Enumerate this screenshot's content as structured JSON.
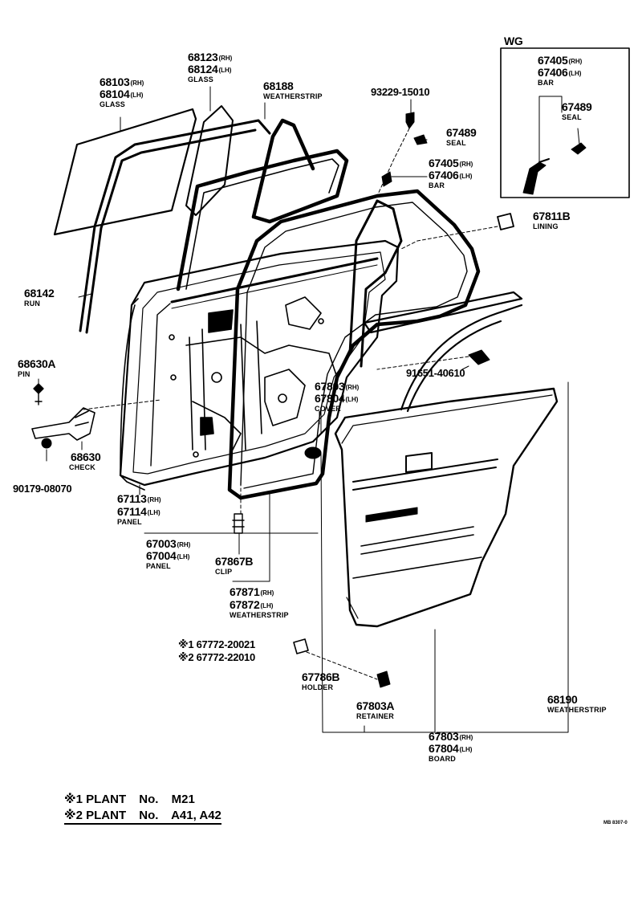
{
  "parts": {
    "p68103": {
      "number": "68103",
      "side": "(RH)"
    },
    "p68104": {
      "number": "68104",
      "side": "(LH)",
      "name": "GLASS"
    },
    "p68123": {
      "number": "68123",
      "side": "(RH)"
    },
    "p68124": {
      "number": "68124",
      "side": "(LH)",
      "name": "GLASS"
    },
    "p68188": {
      "number": "68188",
      "name": "WEATHERSTRIP"
    },
    "p93229": {
      "number": "93229-15010"
    },
    "wg": {
      "title": "WG"
    },
    "wg67405": {
      "number": "67405",
      "side": "(RH)"
    },
    "wg67406": {
      "number": "67406",
      "side": "(LH)",
      "name": "BAR"
    },
    "wg67489": {
      "number": "67489",
      "name": "SEAL"
    },
    "p67489": {
      "number": "67489",
      "name": "SEAL"
    },
    "p67405": {
      "number": "67405",
      "side": "(RH)"
    },
    "p67406": {
      "number": "67406",
      "side": "(LH)",
      "name": "BAR"
    },
    "p67811": {
      "number": "67811B",
      "name": "LINING"
    },
    "p68142": {
      "number": "68142",
      "name": "RUN"
    },
    "p68630A": {
      "number": "68630A",
      "name": "PIN"
    },
    "p68630": {
      "number": "68630",
      "name": "CHECK"
    },
    "p90179": {
      "number": "90179-08070"
    },
    "p91651": {
      "number": "91651-40610"
    },
    "p67803c": {
      "number": "67803",
      "side": "(RH)"
    },
    "p67804c": {
      "number": "67804",
      "side": "(LH)",
      "name": "COVER"
    },
    "p67113": {
      "number": "67113",
      "side": "(RH)"
    },
    "p67114": {
      "number": "67114",
      "side": "(LH)",
      "name": "PANEL"
    },
    "p67003": {
      "number": "67003",
      "side": "(RH)"
    },
    "p67004": {
      "number": "67004",
      "side": "(LH)",
      "name": "PANEL"
    },
    "p67867": {
      "number": "67867B",
      "name": "CLIP"
    },
    "p67871": {
      "number": "67871",
      "side": "(RH)"
    },
    "p67872": {
      "number": "67872",
      "side": "(LH)",
      "name": "WEATHERSTRIP"
    },
    "p67772a": {
      "number": "※1 67772-20021"
    },
    "p67772b": {
      "number": "※2 67772-22010"
    },
    "p67786": {
      "number": "67786B",
      "name": "HOLDER"
    },
    "p67803A": {
      "number": "67803A",
      "name": "RETAINER"
    },
    "p68190": {
      "number": "68190",
      "name": "WEATHERSTRIP"
    },
    "p67803b": {
      "number": "67803",
      "side": "(RH)"
    },
    "p67804b": {
      "number": "67804",
      "side": "(LH)",
      "name": "BOARD"
    }
  },
  "notes": {
    "n1": {
      "mark": "※1",
      "plant": "PLANT",
      "no": "No.",
      "value": "M21"
    },
    "n2": {
      "mark": "※2",
      "plant": "PLANT",
      "no": "No.",
      "value": "A41, A42"
    }
  },
  "ref_code": "MB 8307-0"
}
